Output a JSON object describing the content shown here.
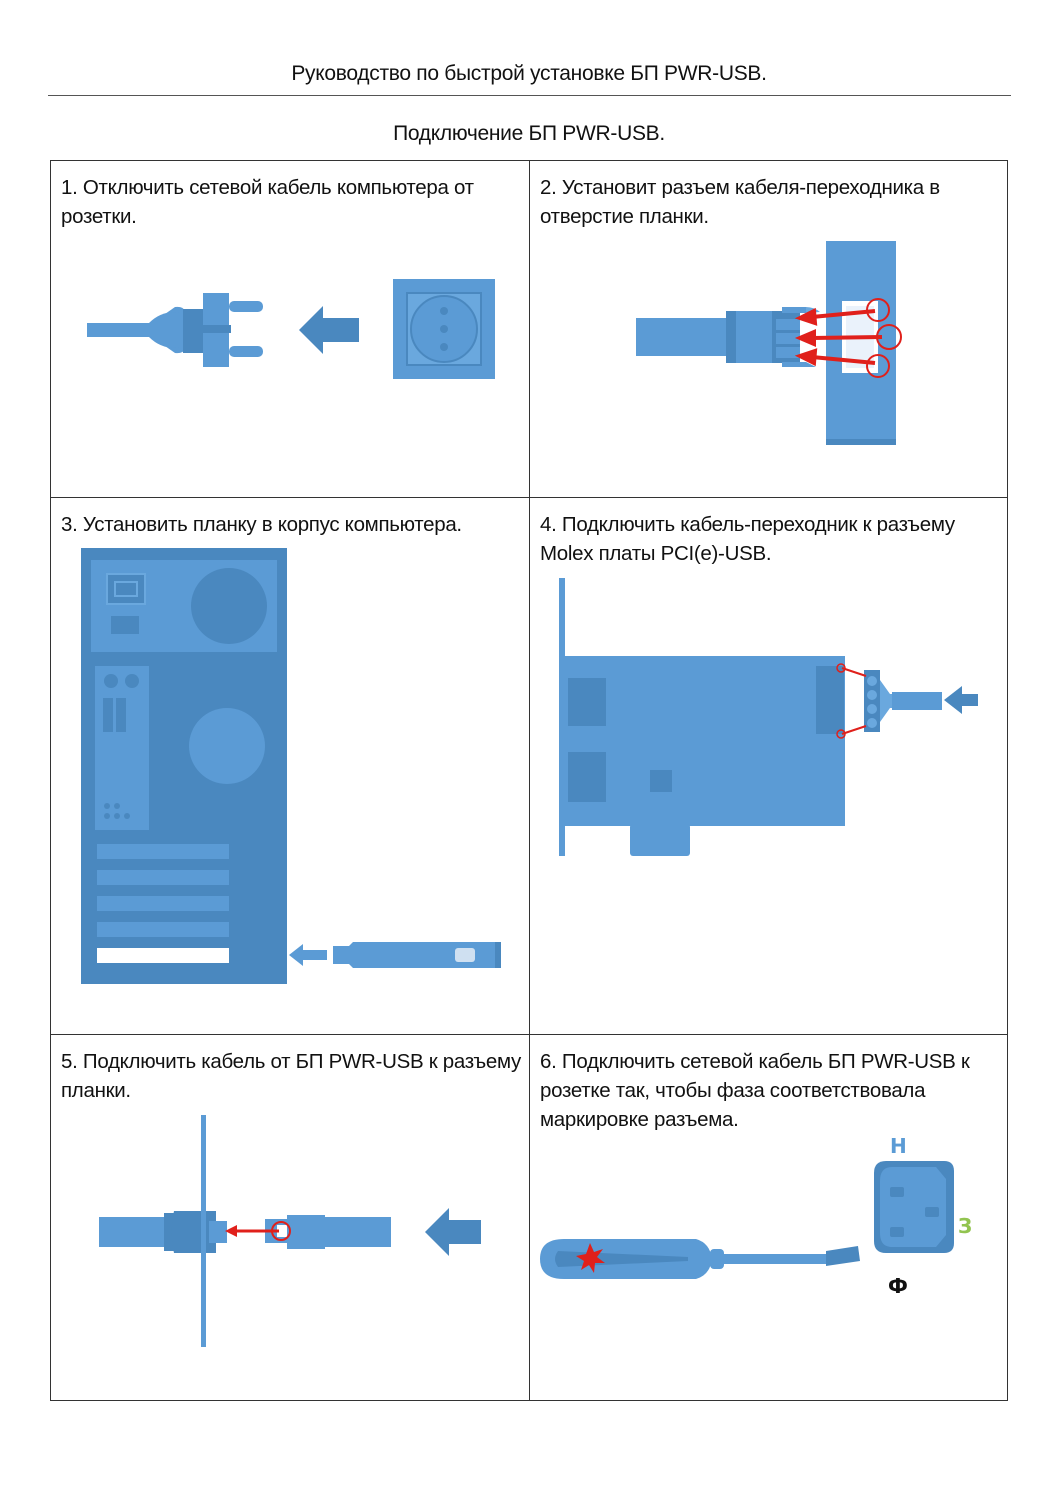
{
  "header": {
    "title": "Руководство по быстрой установке БП PWR-USB.",
    "section_title": "Подключение БП PWR-USB."
  },
  "steps": [
    {
      "text": "1. Отключить сетевой кабель компьютера от розетки."
    },
    {
      "text": "2. Установит разъем кабеля-переходника в отверстие планки."
    },
    {
      "text": "3. Установить планку в корпус компьютера."
    },
    {
      "text": "4. Подключить кабель-переходник к разъему Molex платы PCI(e)-USB."
    },
    {
      "text": "5. Подключить кабель от БП PWR-USB к разъему планки."
    },
    {
      "text": "6. Подключить сетевой кабель БП PWR-USB к розетке так, чтобы фаза соответствовала маркировке разъема."
    }
  ],
  "socket_markings": {
    "neutral": "Н",
    "ground": "З",
    "phase": "Ф"
  },
  "colors": {
    "primary_blue": "#5b9bd5",
    "dark_blue": "#4a88bf",
    "accent_red": "#e0201b",
    "ground_green": "#92c450"
  }
}
